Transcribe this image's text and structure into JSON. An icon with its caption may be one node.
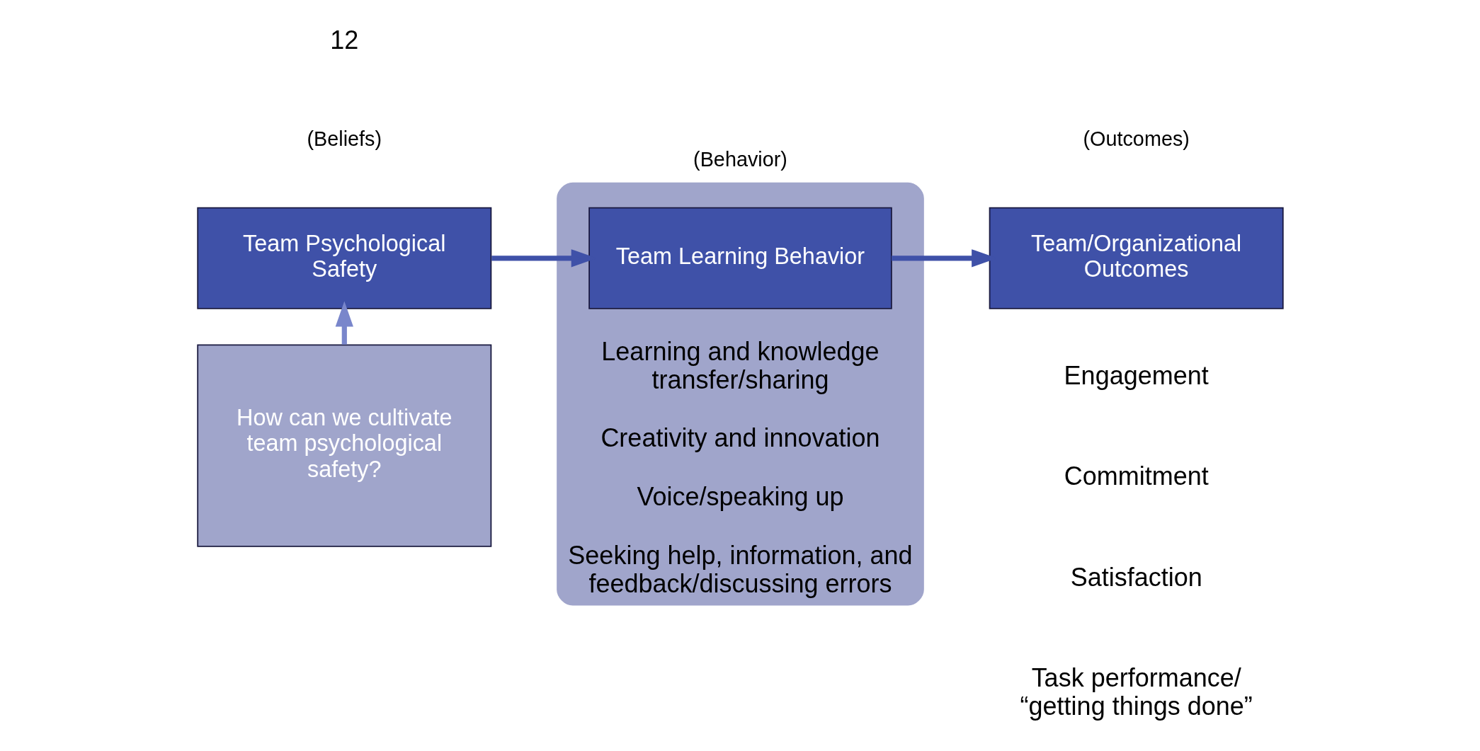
{
  "diagram": {
    "nodes": [
      {
        "text": [
          "Team Psychological Safety"
        ],
        "beside": [
          "(Beliefs)"
        ]
      },
      {
        "text": [
          "Learning and knowledge transfer/sharing",
          "Creativity and innovation",
          "Voice/speaking up",
          "Seeking help, information, and feedback/discussing errors"
        ],
        "beside": [
          "(Behavior)"
        ]
      },
      {
        "text": [
          "Team Learning Behavior"
        ],
        "in": 1
      },
      {
        "text": [
          "Team/Organizational Outcomes"
        ],
        "beside": [
          "(Outcomes)"
        ]
      },
      {
        "text": [
          "How can we cultivate team psychological safety?"
        ]
      }
    ],
    "edges": [
      {
        "from": 0,
        "to": 2,
        "arrow": "to"
      },
      {
        "from": 2,
        "to": 3,
        "arrow": "to"
      },
      {
        "from": 4,
        "to": 0,
        "arrow": "to",
        "color": "#7986cb"
      }
    ],
    "labels": [
      "Engagement",
      "Commitment",
      "Satisfaction",
      "Task performance/ “getting things done”",
      "12"
    ]
  }
}
